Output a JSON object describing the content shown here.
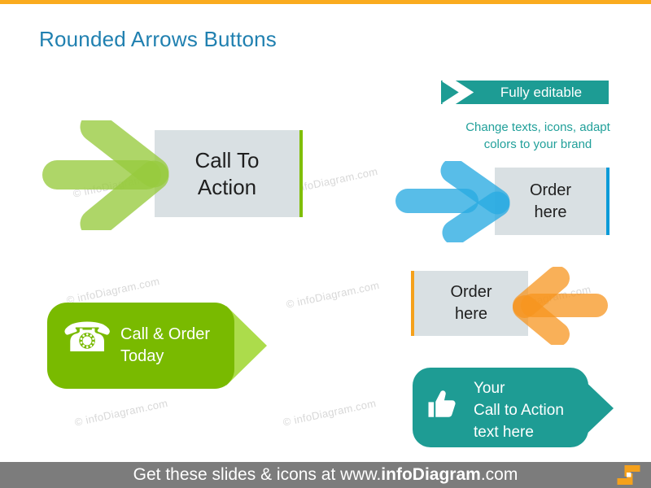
{
  "slide_title": "Rounded Arrows Buttons",
  "ribbon": {
    "label": "Fully editable"
  },
  "note": {
    "line1": "Change texts, icons, adapt",
    "line2": "colors to your brand"
  },
  "cta_box": {
    "line1": "Call To",
    "line2": "Action"
  },
  "order_box_right": {
    "line1": "Order",
    "line2": "here"
  },
  "order_box_left": {
    "line1": "Order",
    "line2": "here"
  },
  "call_order_button": {
    "line1": "Call & Order",
    "line2": "Today"
  },
  "cta_button": {
    "line1": "Your",
    "line2": "Call to Action",
    "line3": "text here"
  },
  "footer": {
    "prefix": "Get these slides & icons at www.",
    "brand": "infoDiagram",
    "suffix": ".com"
  },
  "watermark_text": "© infoDiagram.com",
  "icons": {
    "phone_glyph": "☎",
    "thumbs_up": "thumbs-up-icon",
    "logo": "infodiagram-logo"
  },
  "colors": {
    "title": "#2080B0",
    "teal": "#1D9C94",
    "note_text": "#21A09A",
    "gray_box": "#D9E0E3",
    "green_accent": "#7FBE00",
    "blue_accent": "#0A9BD8",
    "orange_accent": "#F5A11C",
    "green_arrow": "#97CA3E",
    "blue_arrow": "#29ABE2",
    "orange_arrow": "#F7941E",
    "green_button": "#79BA00",
    "green_button_point": "#ACDC4B",
    "teal_button": "#1E9C94",
    "footer_bar": "#7C7C7C",
    "top_bar": "#FAAB1E"
  }
}
